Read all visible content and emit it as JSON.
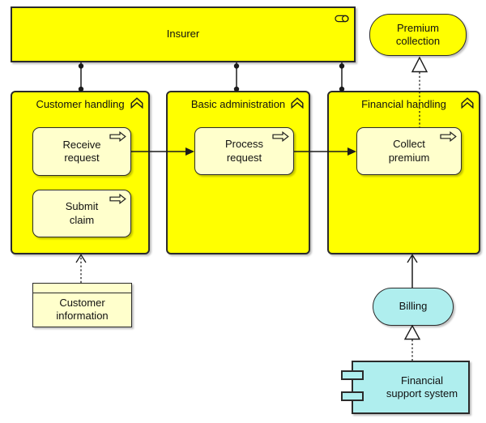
{
  "colors": {
    "business_yellow": "#FFFF00",
    "process_yellow": "#FFFFCC",
    "application_cyan": "#AFEEEE",
    "background": "#FFFFFF"
  },
  "nodes": {
    "insurer": {
      "label": "Insurer",
      "icon": "business-role"
    },
    "premium_collection": {
      "label": "Premium\ncollection",
      "icon": "business-service"
    },
    "customer_handling": {
      "label": "Customer handling",
      "icon": "business-function"
    },
    "basic_administration": {
      "label": "Basic administration",
      "icon": "business-function"
    },
    "financial_handling": {
      "label": "Financial handling",
      "icon": "business-function"
    },
    "receive_request": {
      "label": "Receive\nrequest",
      "icon": "business-process"
    },
    "submit_claim": {
      "label": "Submit\nclaim",
      "icon": "business-process"
    },
    "process_request": {
      "label": "Process\nrequest",
      "icon": "business-process"
    },
    "collect_premium": {
      "label": "Collect\npremium",
      "icon": "business-process"
    },
    "customer_information": {
      "label": "Customer\ninformation",
      "icon": "business-object"
    },
    "billing": {
      "label": "Billing",
      "icon": "application-service"
    },
    "financial_support_system": {
      "label": "Financial\nsupport system",
      "icon": "application-component"
    }
  }
}
